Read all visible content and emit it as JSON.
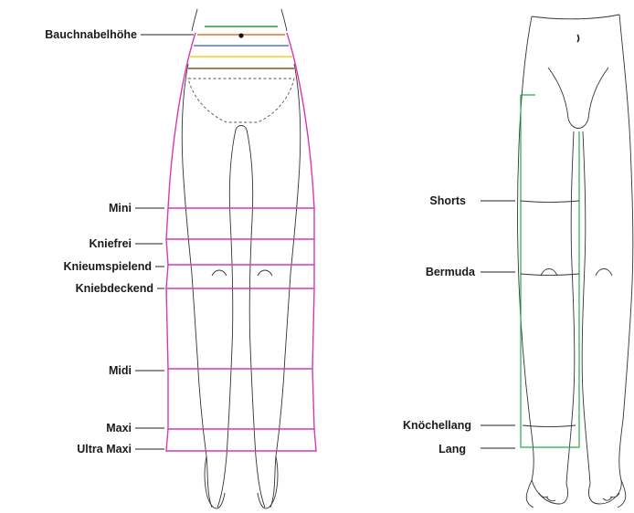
{
  "colors": {
    "skirt": "#d63ab0",
    "pants": "#2aa84a",
    "band_green": "#2a9a3a",
    "band_orange": "#e8742a",
    "band_blue": "#4a7ad0",
    "band_yellow": "#f0d020",
    "band_brown": "#7a5a2a"
  },
  "left_figure": {
    "name": "skirt-lengths",
    "labels": [
      "Bauchnabelhöhe",
      "Mini",
      "Kniefrei",
      "Knieumspielend",
      "Kniebdeckend",
      "Midi",
      "Maxi",
      "Ultra Maxi"
    ]
  },
  "right_figure": {
    "name": "pants-lengths",
    "labels": [
      "Shorts",
      "Bermuda",
      "Knöchellang",
      "Lang"
    ]
  }
}
